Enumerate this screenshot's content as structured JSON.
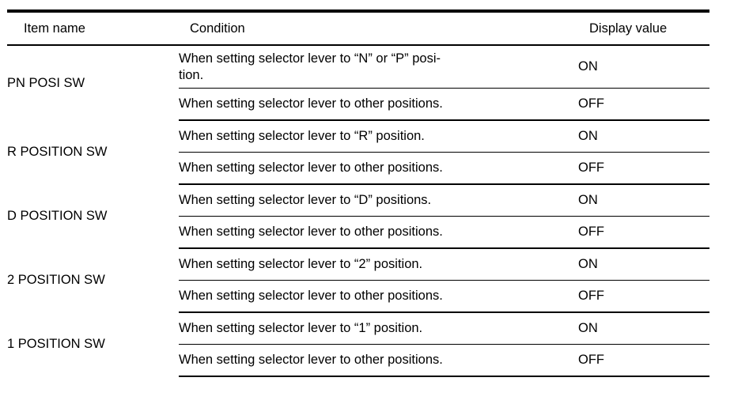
{
  "document": {
    "kind": "service-manual-spec-table",
    "ink_color": "#000000",
    "paper_color": "#ffffff"
  },
  "table": {
    "headers": {
      "item_name": "Item name",
      "condition": "Condition",
      "display_value": "Display value"
    },
    "rows": [
      {
        "item_name": "PN POSI SW",
        "conditions": [
          {
            "condition": "When setting selector lever to “N” or “P” posi-tion.",
            "condition_line_1": "When setting selector lever to “N” or “P” posi-",
            "condition_line_2": "tion.",
            "display_value": "ON"
          },
          {
            "condition": "When setting selector lever to other positions.",
            "condition_line_1": "When setting selector lever to other positions.",
            "condition_line_2": "",
            "display_value": "OFF"
          }
        ]
      },
      {
        "item_name": "R POSITION SW",
        "conditions": [
          {
            "condition": "When setting selector lever to “R” position.",
            "condition_line_1": "When setting selector lever to “R” position.",
            "condition_line_2": "",
            "display_value": "ON"
          },
          {
            "condition": "When setting selector lever to other positions.",
            "condition_line_1": "When setting selector lever to other positions.",
            "condition_line_2": "",
            "display_value": "OFF"
          }
        ]
      },
      {
        "item_name": "D POSITION SW",
        "conditions": [
          {
            "condition": "When setting selector lever to “D” positions.",
            "condition_line_1": "When setting selector lever to “D” positions.",
            "condition_line_2": "",
            "display_value": "ON"
          },
          {
            "condition": "When setting selector lever to other positions.",
            "condition_line_1": "When setting selector lever to other positions.",
            "condition_line_2": "",
            "display_value": "OFF"
          }
        ]
      },
      {
        "item_name": "2 POSITION SW",
        "conditions": [
          {
            "condition": "When setting selector lever to “2” position.",
            "condition_line_1": "When setting selector lever to “2” position.",
            "condition_line_2": "",
            "display_value": "ON"
          },
          {
            "condition": "When setting selector lever to other positions.",
            "condition_line_1": "When setting selector lever to other positions.",
            "condition_line_2": "",
            "display_value": "OFF"
          }
        ]
      },
      {
        "item_name": "1 POSITION SW",
        "conditions": [
          {
            "condition": "When setting selector lever to “1” position.",
            "condition_line_1": "When setting selector lever to “1” position.",
            "condition_line_2": "",
            "display_value": "ON"
          },
          {
            "condition": "When setting selector lever to other positions.",
            "condition_line_1": "When setting selector lever to other positions.",
            "condition_line_2": "",
            "display_value": "OFF"
          }
        ]
      }
    ]
  }
}
